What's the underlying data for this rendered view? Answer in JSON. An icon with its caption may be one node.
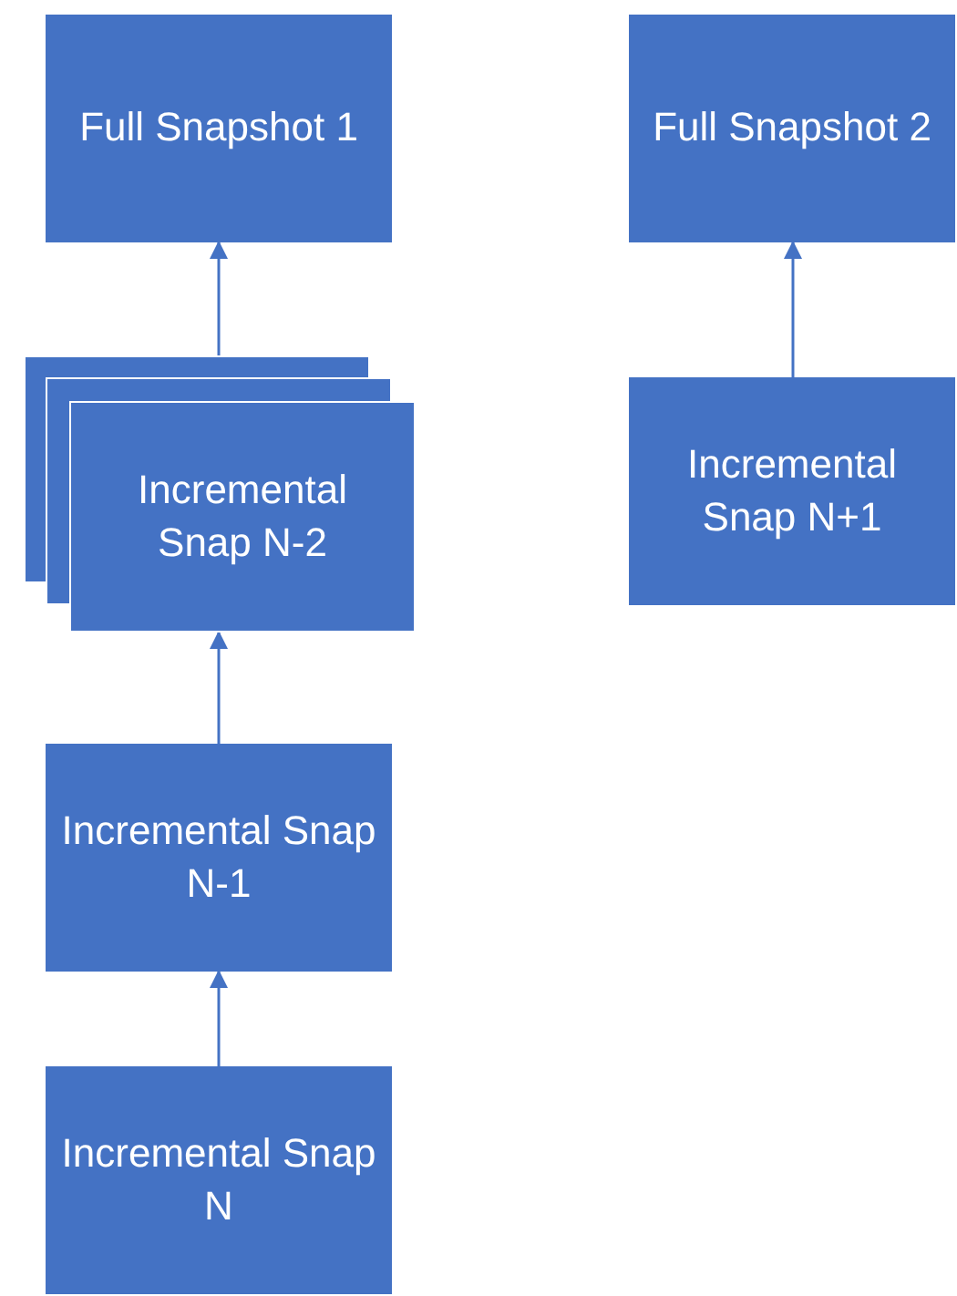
{
  "diagram": {
    "nodes": [
      {
        "text": [
          "Full Snapshot 1"
        ]
      },
      {
        "text": [
          "Full Snapshot 2"
        ]
      },
      {
        "text": [
          "Incremental Snap N-2"
        ]
      },
      {
        "text": [
          "Incremental Snap N+1"
        ]
      },
      {
        "text": [
          "Incremental Snap N-1"
        ]
      },
      {
        "text": [
          "Incremental Snap N"
        ]
      }
    ],
    "edges": [
      {
        "from": 5,
        "to": 4,
        "arrow": "to"
      },
      {
        "from": 4,
        "to": 2,
        "arrow": "to"
      },
      {
        "from": 2,
        "to": 0,
        "arrow": "to"
      },
      {
        "from": 3,
        "to": 1,
        "arrow": "to"
      }
    ]
  }
}
